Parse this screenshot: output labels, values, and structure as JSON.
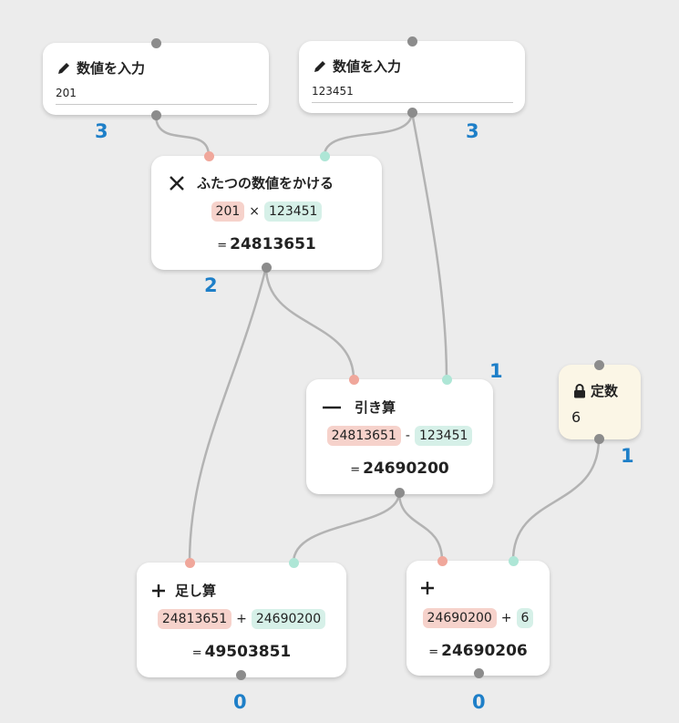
{
  "nodes": {
    "input1": {
      "title": "数値を入力",
      "value": "201",
      "depth": "3"
    },
    "input2": {
      "title": "数値を入力",
      "value": "123451",
      "depth": "3"
    },
    "multiply": {
      "title": "ふたつの数値をかける",
      "a": "201",
      "op": "×",
      "b": "123451",
      "eq": "=",
      "result": "24813651",
      "depth": "2"
    },
    "subtract": {
      "title": "引き算",
      "a": "24813651",
      "op": "-",
      "b": "123451",
      "eq": "=",
      "result": "24690200",
      "depth": "1"
    },
    "constant": {
      "title": "定数",
      "value": "6",
      "depth": "1"
    },
    "add1": {
      "title": "足し算",
      "a": "24813651",
      "op": "+",
      "b": "24690200",
      "eq": "=",
      "result": "49503851",
      "depth": "0"
    },
    "add2": {
      "title": "",
      "a": "24690200",
      "op": "+",
      "b": "6",
      "eq": "=",
      "result": "24690206",
      "depth": "0"
    }
  },
  "icons": {
    "input": "pencil-icon",
    "multiply": "multiply-icon",
    "subtract": "minus-icon",
    "constant": "lock-icon",
    "add": "plus-icon"
  },
  "colors": {
    "left_input_chip": "#f6d2cb",
    "right_input_chip": "#d6f0e8",
    "depth_label": "#1e7fc8",
    "constant_bg": "#fbf6e6"
  }
}
